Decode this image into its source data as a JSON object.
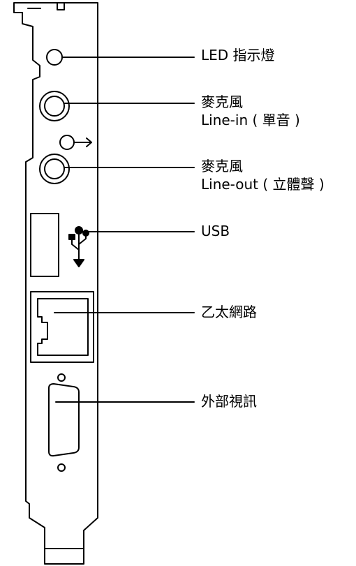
{
  "colors": {
    "line": "#000000",
    "background": "#ffffff"
  },
  "callouts": {
    "led": {
      "line1": "LED 指示燈"
    },
    "mic_in": {
      "line1": "麥克風",
      "line2": "Line-in ( 單音 )"
    },
    "mic_out": {
      "line1": "麥克風",
      "line2": "Line-out ( 立體聲 )"
    },
    "usb": {
      "line1": "USB"
    },
    "ethernet": {
      "line1": "乙太網路"
    },
    "video": {
      "line1": "外部視訊"
    }
  },
  "icons": {
    "output": "output-arrow-icon",
    "usb": "usb-trident-icon"
  }
}
